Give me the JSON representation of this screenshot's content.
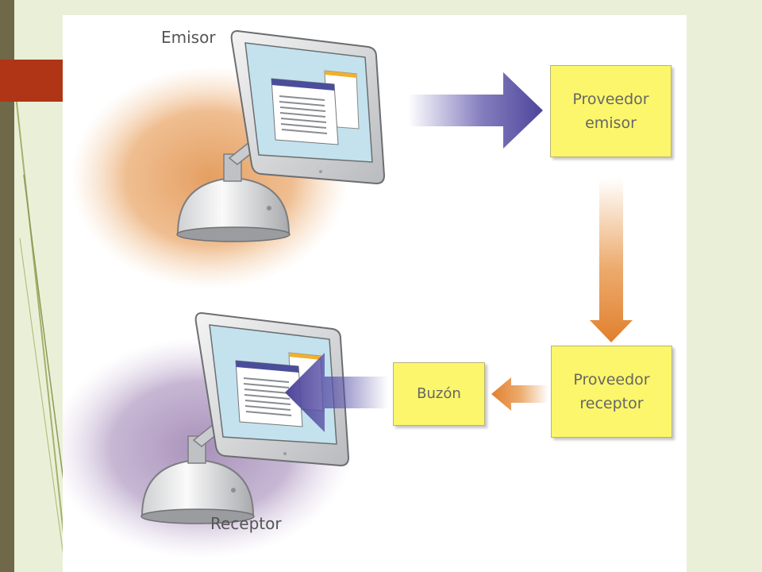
{
  "diagram": {
    "sender_label": "Emisor",
    "receiver_label": "Receptor",
    "nodes": [
      {
        "id": "proveedor-emisor",
        "label": "Proveedor\nemisor"
      },
      {
        "id": "proveedor-receptor",
        "label": "Proveedor\nreceptor"
      },
      {
        "id": "buzon",
        "label": "Buzón"
      }
    ],
    "edges": [
      {
        "from": "emisor",
        "to": "proveedor-emisor",
        "color": "#5a52a8"
      },
      {
        "from": "proveedor-emisor",
        "to": "proveedor-receptor",
        "color": "#e89548"
      },
      {
        "from": "proveedor-receptor",
        "to": "buzon",
        "color": "#e89548"
      },
      {
        "from": "buzon",
        "to": "receptor",
        "color": "#5a52a8"
      }
    ]
  },
  "colors": {
    "background": "#eaf0d8",
    "sidebar": "#6f6849",
    "accent_tab": "#b03516",
    "box_fill": "#fbf66b",
    "sender_glow": "#e8a264",
    "receiver_glow": "#a98dbb"
  }
}
